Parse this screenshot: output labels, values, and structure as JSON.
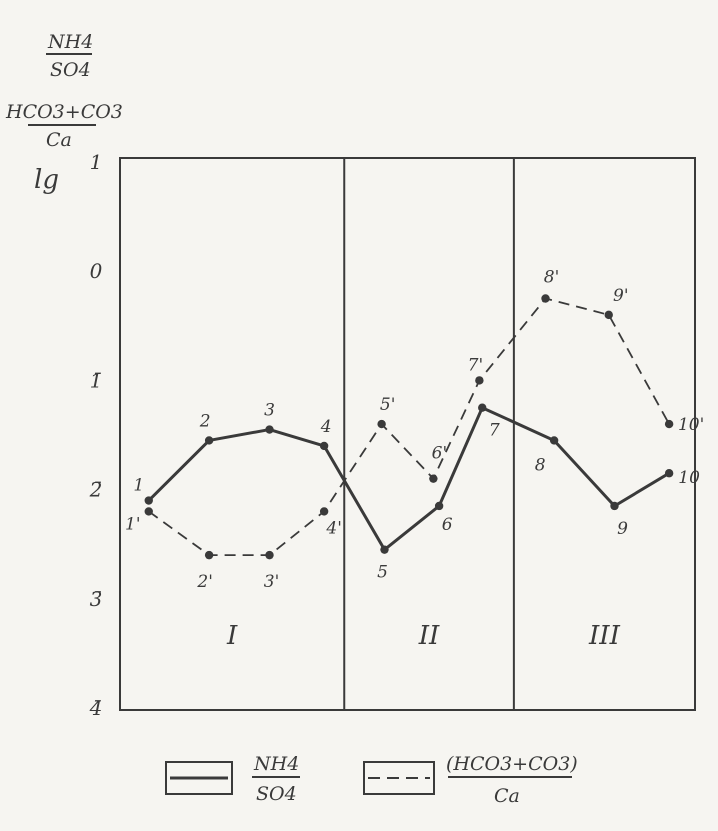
{
  "chart_data": {
    "type": "line",
    "ylabel": "lg",
    "ratios": {
      "nh4_so4": {
        "num": "NH4",
        "den": "SO4"
      },
      "hco3_ca": {
        "num": "HCO3+CO3",
        "den": "Ca"
      },
      "legend_hco3_num": "(HCO3+CO3)"
    },
    "y_ticks": [
      {
        "value": 1,
        "label": "1"
      },
      {
        "value": 0,
        "label": "0"
      },
      {
        "value": -1,
        "label": "1̄"
      },
      {
        "value": -2,
        "label": "2̄"
      },
      {
        "value": -3,
        "label": "3̄"
      },
      {
        "value": -4,
        "label": "4̄"
      }
    ],
    "ylim": [
      -4,
      1
    ],
    "xlim": [
      0,
      10
    ],
    "zones": [
      {
        "label": "I",
        "from": 0,
        "to": 3.9
      },
      {
        "label": "II",
        "from": 3.9,
        "to": 6.85
      },
      {
        "label": "III",
        "from": 6.85,
        "to": 10
      }
    ],
    "series": [
      {
        "key": "nh4_so4",
        "style": "solid",
        "x": [
          0.5,
          1.55,
          2.6,
          3.55,
          4.6,
          5.55,
          6.3,
          7.55,
          8.6,
          9.55
        ],
        "y": [
          -2.1,
          -1.55,
          -1.45,
          -1.6,
          -2.55,
          -2.15,
          -1.25,
          -1.55,
          -2.15,
          -1.85
        ],
        "labels": [
          "1",
          "2",
          "3",
          "4",
          "5",
          "6",
          "7",
          "8",
          "9",
          "10"
        ]
      },
      {
        "key": "hco3_ca",
        "style": "dashed",
        "x": [
          0.5,
          1.55,
          2.6,
          3.55,
          4.55,
          5.45,
          6.25,
          7.4,
          8.5,
          9.55
        ],
        "y": [
          -2.2,
          -2.6,
          -2.6,
          -2.2,
          -1.4,
          -1.9,
          -1.0,
          -0.25,
          -0.4,
          -1.4
        ],
        "labels": [
          "1'",
          "2'",
          "3'",
          "4'",
          "5'",
          "6'",
          "7'",
          "8'",
          "9'",
          "10'"
        ]
      }
    ],
    "colors": {
      "ink": "#3a3a3a",
      "paper": "#f6f5f1"
    }
  }
}
